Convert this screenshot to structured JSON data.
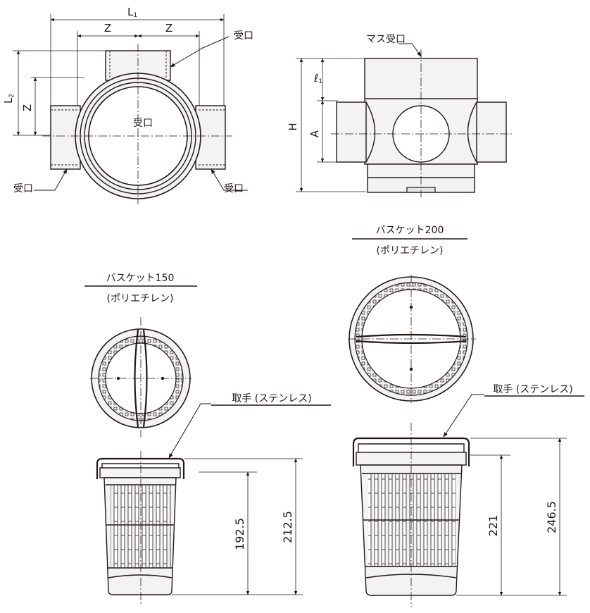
{
  "top_left": {
    "dim_L1": "L",
    "dim_L1_sub": "1",
    "dim_Z_left": "Z",
    "dim_Z_right": "Z",
    "dim_L2": "L",
    "dim_L2_sub": "2",
    "dim_Z_vertical": "Z",
    "label_inlet_top": "受口",
    "label_inlet_center": "受口",
    "label_inlet_left": "受口",
    "label_inlet_right": "受口"
  },
  "top_right": {
    "label_mass_inlet": "マス受口",
    "dim_l1": "ℓ",
    "dim_l1_sub": "1",
    "dim_H": "H",
    "dim_A": "A"
  },
  "basket150": {
    "title": "バスケット150",
    "material": "(ポリエチレン)",
    "handle_label": "取手 (ステンレス)",
    "dim_inner": "192.5",
    "dim_outer": "212.5"
  },
  "basket200": {
    "title": "バスケット200",
    "material": "(ポリエチレン)",
    "handle_label": "取手 (ステンレス)",
    "dim_inner": "221",
    "dim_outer": "246.5"
  }
}
